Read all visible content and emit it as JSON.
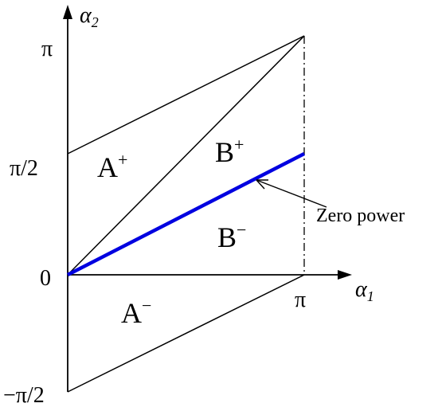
{
  "axes": {
    "x_symbol": "α",
    "x_subscript": "1",
    "y_symbol": "α",
    "y_subscript": "2"
  },
  "ticks": {
    "y_pi": "π",
    "y_half_pi": "π/2",
    "origin": "0",
    "y_neg_half_pi": "−π/2",
    "x_pi": "π"
  },
  "regions": [
    {
      "letter": "A",
      "sign": "+"
    },
    {
      "letter": "B",
      "sign": "+"
    },
    {
      "letter": "B",
      "sign": "−"
    },
    {
      "letter": "A",
      "sign": "−"
    }
  ],
  "annotation": {
    "text": "Zero power"
  },
  "colors": {
    "line": "#000000",
    "zero_power": "#0000e0"
  }
}
